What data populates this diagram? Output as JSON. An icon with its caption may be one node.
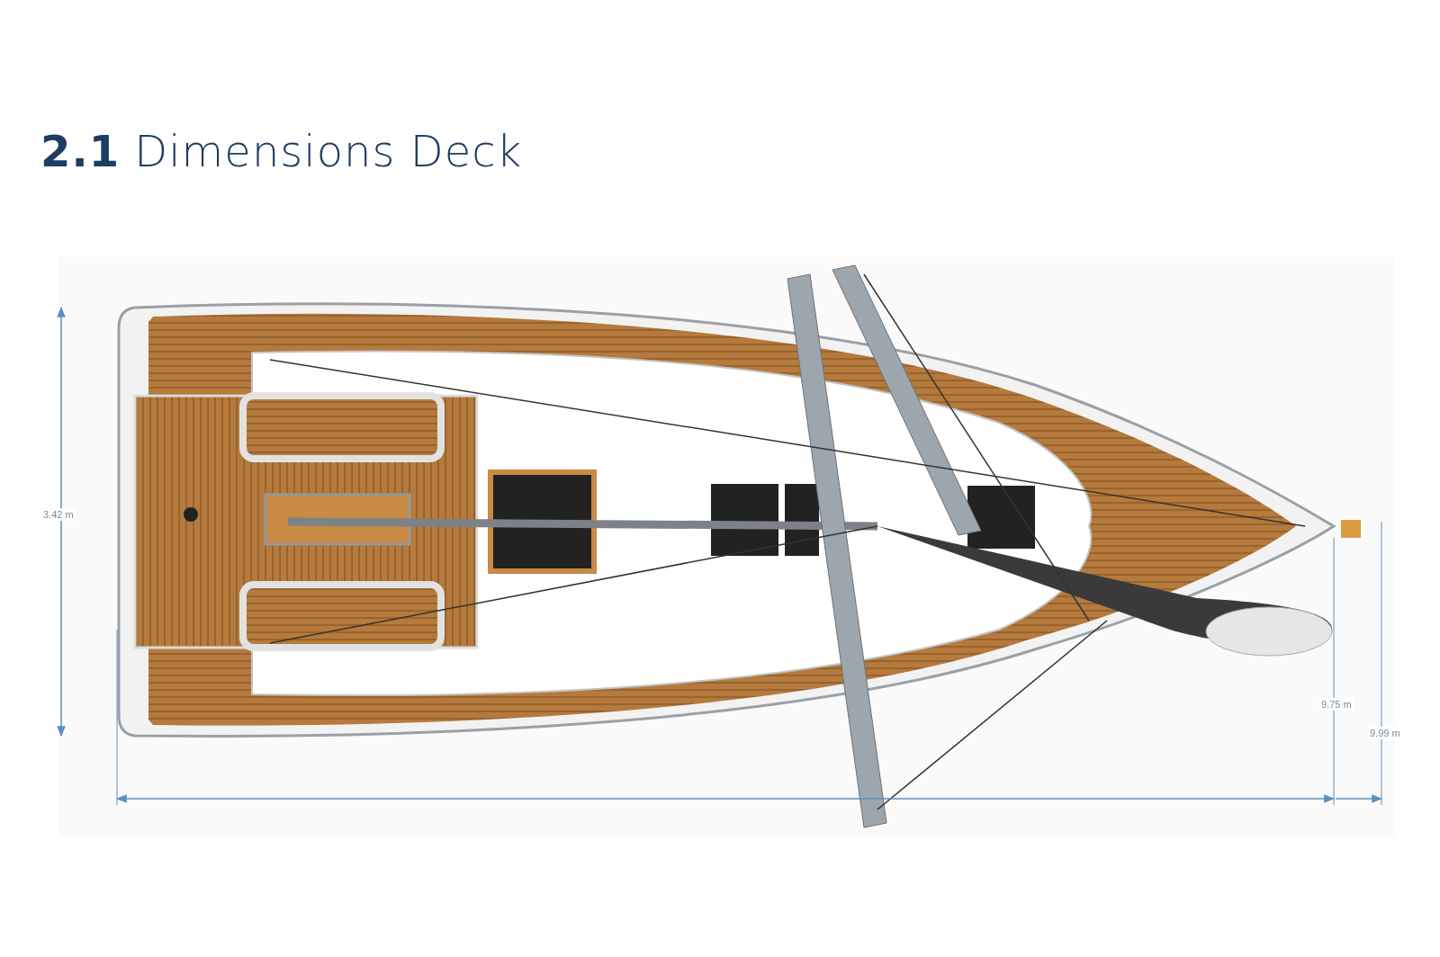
{
  "diagram": {
    "title": "**2.1** Dimensions Deck",
    "labels": [
      "3.42 m",
      "9.75 m",
      "9.99 m"
    ]
  }
}
